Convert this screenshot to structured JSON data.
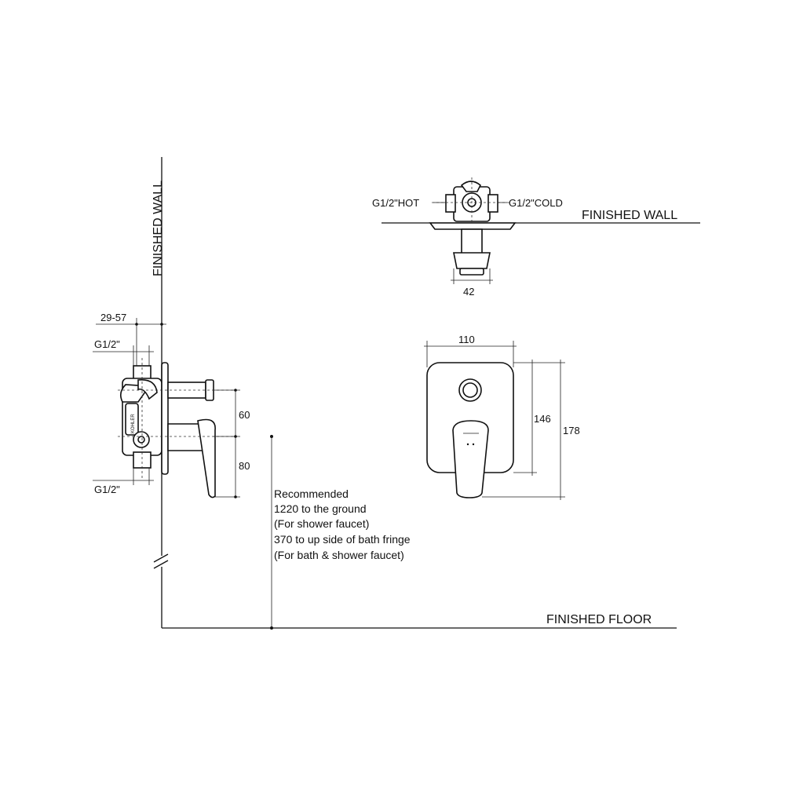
{
  "labels": {
    "finished_wall_vertical": "FINISHED WALL",
    "finished_wall_top": "FINISHED WALL",
    "finished_floor": "FINISHED FLOOR",
    "hot_inlet": "G1/2\"HOT",
    "cold_inlet": "G1/2\"COLD",
    "thread_top": "G1/2\"",
    "thread_bottom": "G1/2\"",
    "brand_mark": "KOHLER"
  },
  "dimensions": {
    "depth_range": "29-57",
    "depth_top_view": "42",
    "plate_width": "110",
    "plate_height_inner": "146",
    "plate_height_outer": "178",
    "outlet_spacing": "60",
    "lower_spacing": "80"
  },
  "notes": [
    "Recommended",
    "1220 to the ground",
    "(For shower faucet)",
    "370 to up side of bath fringe",
    "(For bath & shower faucet)"
  ]
}
